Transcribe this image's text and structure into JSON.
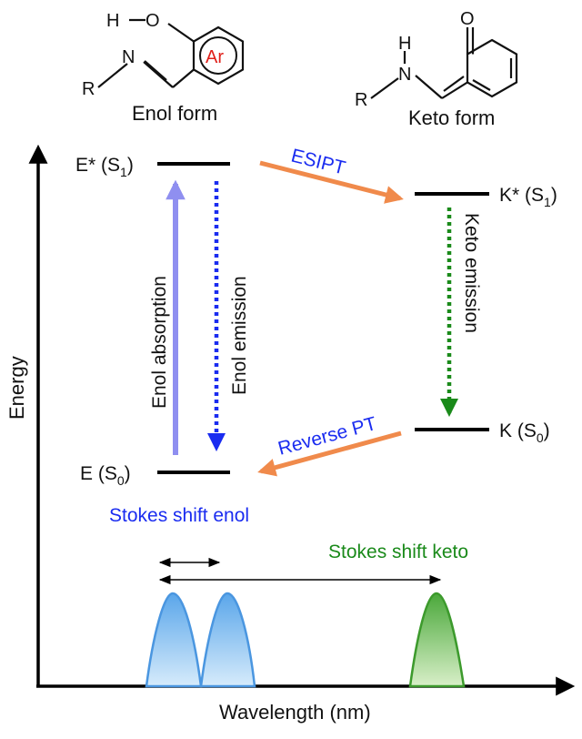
{
  "structures": {
    "enol": {
      "caption": "Enol form",
      "atom_R": "R",
      "atom_N": "N",
      "atom_O": "O",
      "atom_H": "H",
      "ring_label": "Ar"
    },
    "keto": {
      "caption": "Keto form",
      "atom_R": "R",
      "atom_N": "N",
      "atom_O": "O",
      "atom_H": "H"
    }
  },
  "axes": {
    "y_label": "Energy",
    "x_label": "Wavelength (nm)"
  },
  "levels": {
    "enol_excited": {
      "main": "E* (S",
      "sub": "1",
      "close": ")"
    },
    "enol_ground": {
      "main": "E (S",
      "sub": "0",
      "close": ")"
    },
    "keto_excited": {
      "main": "K* (S",
      "sub": "1",
      "close": ")"
    },
    "keto_ground": {
      "main": "K (S",
      "sub": "0",
      "close": ")"
    }
  },
  "transitions": {
    "esipt": "ESIPT",
    "reverse_pt": "Reverse PT",
    "enol_absorption": "Enol absorption",
    "enol_emission": "Enol emission",
    "keto_emission": "Keto emission"
  },
  "stokes": {
    "enol": "Stokes shift enol",
    "keto": "Stokes shift keto"
  },
  "colors": {
    "orange": "#f08a4b",
    "absorption": "#8f8ff0",
    "enol_blue": "#1a2cf0",
    "keto_green": "#1a8a1a",
    "peak_blue": "#4a96e0",
    "peak_green": "#3c9a2c",
    "ring_label_red": "#e0201a"
  }
}
